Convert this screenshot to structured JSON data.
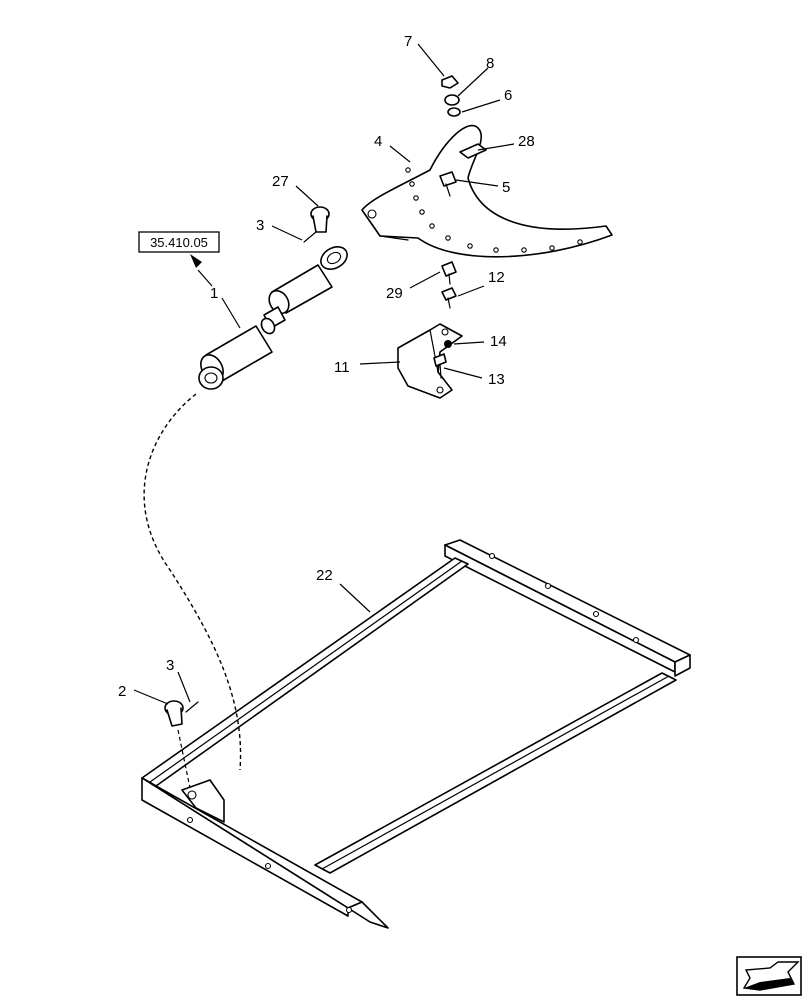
{
  "reference": {
    "label": "35.410.05"
  },
  "callouts": [
    {
      "id": "c1",
      "label": "1"
    },
    {
      "id": "c2",
      "label": "2"
    },
    {
      "id": "c3a",
      "label": "3"
    },
    {
      "id": "c3b",
      "label": "3"
    },
    {
      "id": "c4",
      "label": "4"
    },
    {
      "id": "c5",
      "label": "5"
    },
    {
      "id": "c6",
      "label": "6"
    },
    {
      "id": "c7",
      "label": "7"
    },
    {
      "id": "c8",
      "label": "8"
    },
    {
      "id": "c11",
      "label": "11"
    },
    {
      "id": "c12",
      "label": "12"
    },
    {
      "id": "c13",
      "label": "13"
    },
    {
      "id": "c14",
      "label": "14"
    },
    {
      "id": "c22",
      "label": "22"
    },
    {
      "id": "c27",
      "label": "27"
    },
    {
      "id": "c28",
      "label": "28"
    },
    {
      "id": "c29",
      "label": "29"
    }
  ],
  "nav_icon": "next-page-arrow-icon"
}
